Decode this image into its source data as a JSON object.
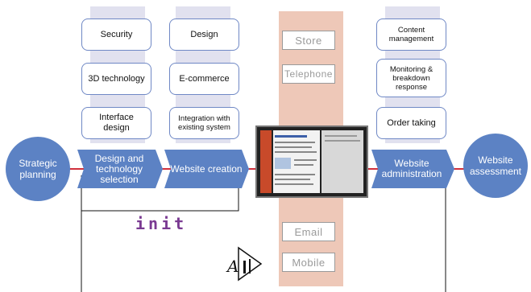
{
  "stages": {
    "strategic": "Strategic planning",
    "design_tech": "Design and technology selection",
    "website_creation": "Website creation",
    "website_admin": "Website administration",
    "website_assessment": "Website assessment"
  },
  "column1": [
    "Security",
    "3D technology",
    "Interface design"
  ],
  "column2": [
    "Design",
    "E-commerce",
    "Integration with existing system"
  ],
  "column3": [
    "Content management",
    "Monitoring & breakdown response",
    "Order taking"
  ],
  "channels_top": [
    "Store",
    "Telephone"
  ],
  "channels_bottom": [
    "Email",
    "Mobile"
  ],
  "logos": {
    "init": "init",
    "ati": "ATI"
  },
  "colors": {
    "accent": "#5c82c4",
    "line": "#d0303c",
    "band": "#e1e1ef",
    "channel_band": "#eec8b8",
    "init_purple": "#7a3a92"
  }
}
